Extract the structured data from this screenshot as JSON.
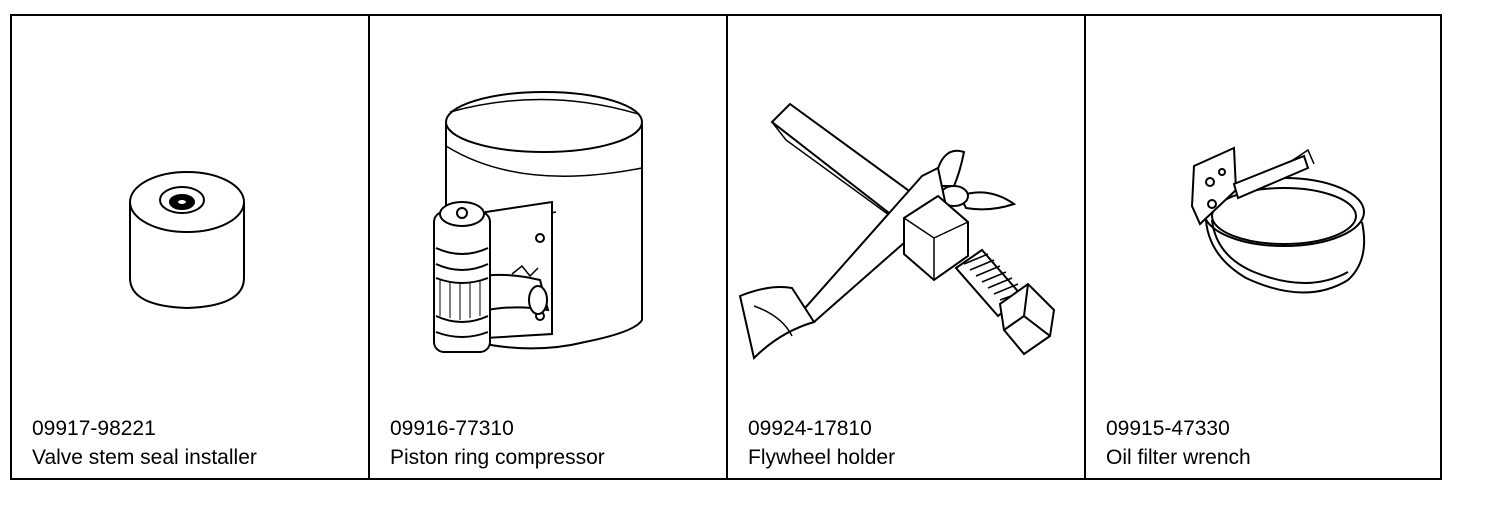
{
  "tools": [
    {
      "part_number": "09917-98221",
      "name": "Valve stem seal installer",
      "icon": "valve-stem-seal-installer-illustration"
    },
    {
      "part_number": "09916-77310",
      "name": "Piston ring compressor",
      "icon": "piston-ring-compressor-illustration"
    },
    {
      "part_number": "09924-17810",
      "name": "Flywheel holder",
      "icon": "flywheel-holder-illustration"
    },
    {
      "part_number": "09915-47330",
      "name": "Oil filter wrench",
      "icon": "oil-filter-wrench-illustration"
    }
  ]
}
